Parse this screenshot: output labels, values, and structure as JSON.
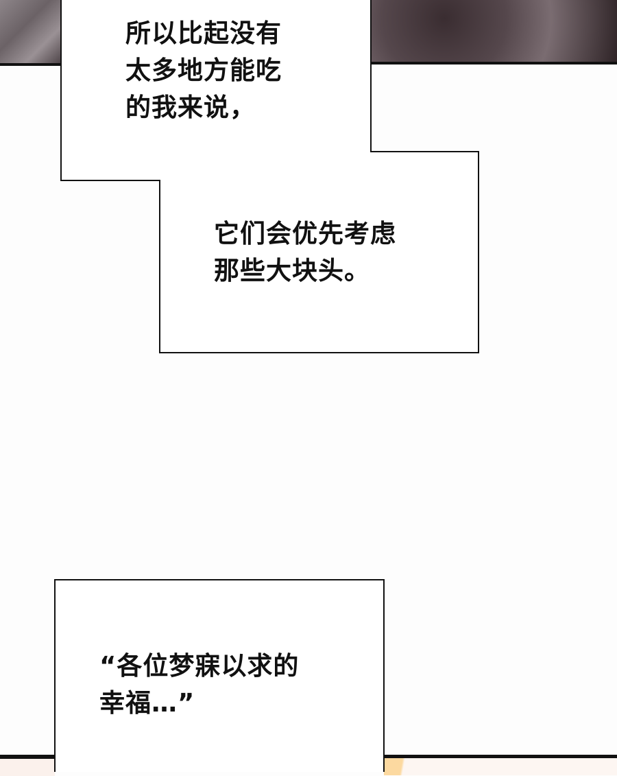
{
  "captions": [
    {
      "lines": [
        "所以比起没有",
        "太多地方能吃",
        "的我来说，"
      ]
    },
    {
      "lines": [
        "它们会优先考虑",
        "那些大块头。"
      ]
    },
    {
      "lines": [
        "“各位梦寐以求的",
        "幸福…”"
      ]
    }
  ]
}
